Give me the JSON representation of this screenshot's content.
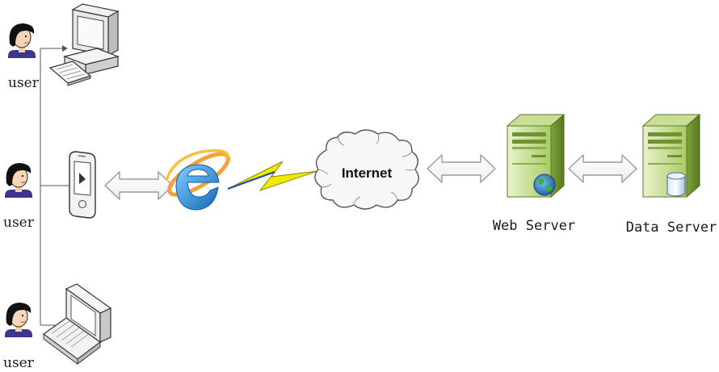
{
  "users": [
    {
      "label": "user",
      "device": "desktop-computer"
    },
    {
      "label": "user",
      "device": "mobile-phone"
    },
    {
      "label": "user",
      "device": "laptop"
    }
  ],
  "browser": {
    "icon": "internet-explorer-icon"
  },
  "connection": {
    "icon": "lightning-bolt-icon"
  },
  "network": {
    "label": "Internet"
  },
  "servers": [
    {
      "label": "Web Server",
      "badge": "globe"
    },
    {
      "label": "Data Server",
      "badge": "database"
    }
  ],
  "colors": {
    "server_green": "#8fb84a",
    "browser_blue": "#2f8fd8",
    "browser_orange": "#f2a33a",
    "bolt_yellow": "#e8e000"
  }
}
